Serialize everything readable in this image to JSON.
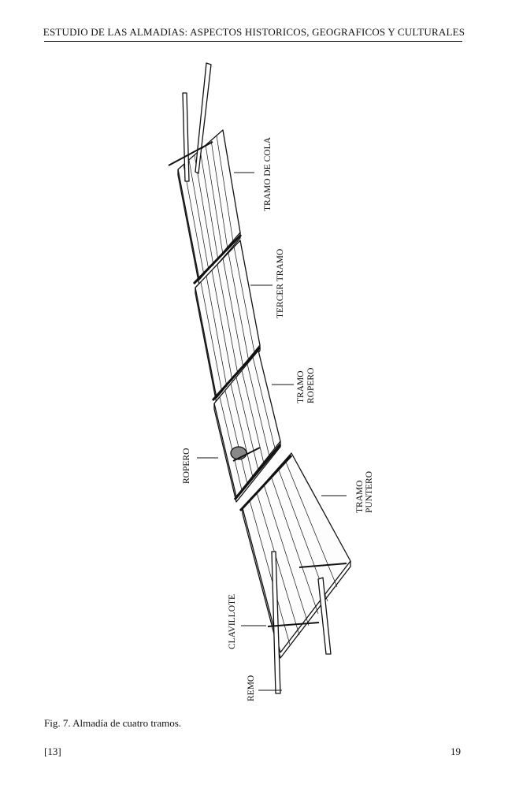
{
  "header": {
    "running_title": "ESTUDIO DE LAS ALMADIAS: ASPECTOS HISTORICOS, GEOGRAFICOS Y CULTURALES"
  },
  "figure": {
    "labels": {
      "tramo_cola": "TRAMO DE COLA",
      "tercer_tramo": "TERCER TRAMO",
      "tramo_ropero_1": "TRAMO",
      "tramo_ropero_2": "ROPERO",
      "ropero": "ROPERO",
      "tramo_puntero_1": "TRAMO",
      "tramo_puntero_2": "PUNTERO",
      "clavillote": "CLAVILLOTE",
      "remo": "REMO"
    },
    "caption": "Fig. 7. Almadía de cuatro tramos."
  },
  "footer": {
    "left": "[13]",
    "right": "19"
  }
}
